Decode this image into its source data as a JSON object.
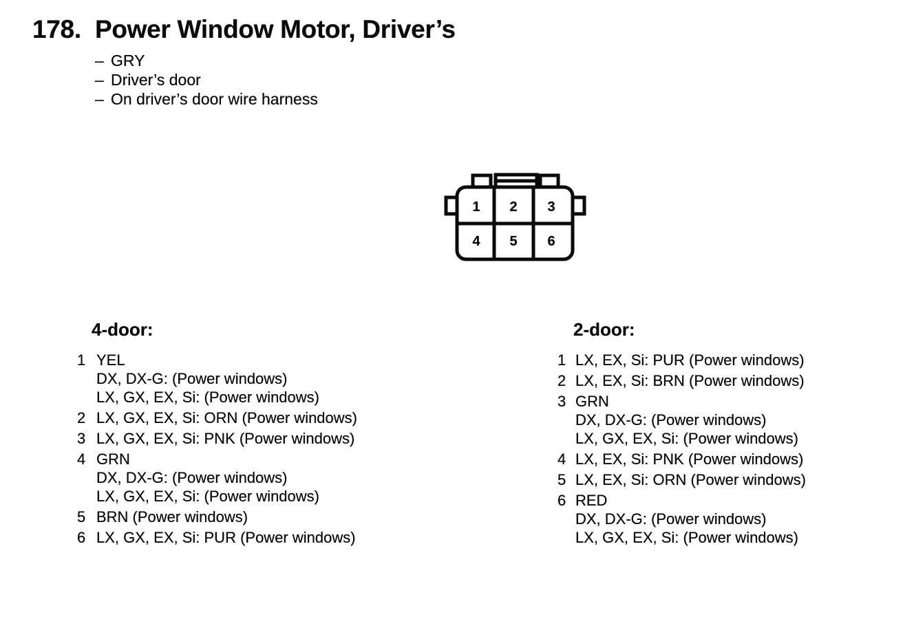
{
  "page": {
    "number": "178.",
    "title": "Power Window Motor, Driver’s",
    "bullets": [
      {
        "dash": "–",
        "text": "GRY"
      },
      {
        "dash": "–",
        "text": "Driver’s door"
      },
      {
        "dash": "–",
        "text": "On driver’s door wire harness"
      }
    ]
  },
  "connector": {
    "pins": [
      "1",
      "2",
      "3",
      "4",
      "5",
      "6"
    ]
  },
  "columns": [
    {
      "heading": "4-door:",
      "items": [
        {
          "num": "1",
          "lines": [
            "YEL",
            "DX, DX-G: (Power windows)",
            "LX, GX, EX, Si: (Power windows)"
          ]
        },
        {
          "num": "2",
          "lines": [
            "LX, GX, EX, Si: ORN (Power windows)"
          ]
        },
        {
          "num": "3",
          "lines": [
            "LX, GX, EX, Si: PNK (Power windows)"
          ]
        },
        {
          "num": "4",
          "lines": [
            "GRN",
            "DX, DX-G: (Power windows)",
            "LX, GX, EX, Si: (Power windows)"
          ]
        },
        {
          "num": "5",
          "lines": [
            "BRN (Power windows)"
          ]
        },
        {
          "num": "6",
          "lines": [
            "LX, GX, EX, Si: PUR (Power windows)"
          ]
        }
      ]
    },
    {
      "heading": "2-door:",
      "items": [
        {
          "num": "1",
          "lines": [
            "LX, EX, Si: PUR (Power windows)"
          ]
        },
        {
          "num": "2",
          "lines": [
            "LX, EX, Si: BRN (Power windows)"
          ]
        },
        {
          "num": "3",
          "lines": [
            "GRN",
            "DX, DX-G: (Power windows)",
            "LX, GX, EX, Si: (Power windows)"
          ]
        },
        {
          "num": "4",
          "lines": [
            "LX, EX, Si: PNK (Power windows)"
          ]
        },
        {
          "num": "5",
          "lines": [
            "LX, EX, Si: ORN (Power windows)"
          ]
        },
        {
          "num": "6",
          "lines": [
            "RED",
            "DX, DX-G: (Power windows)",
            "LX, GX, EX, Si: (Power windows)"
          ]
        }
      ]
    }
  ],
  "colors": {
    "ink": "#0a0a0a",
    "paper": "#ffffff"
  }
}
